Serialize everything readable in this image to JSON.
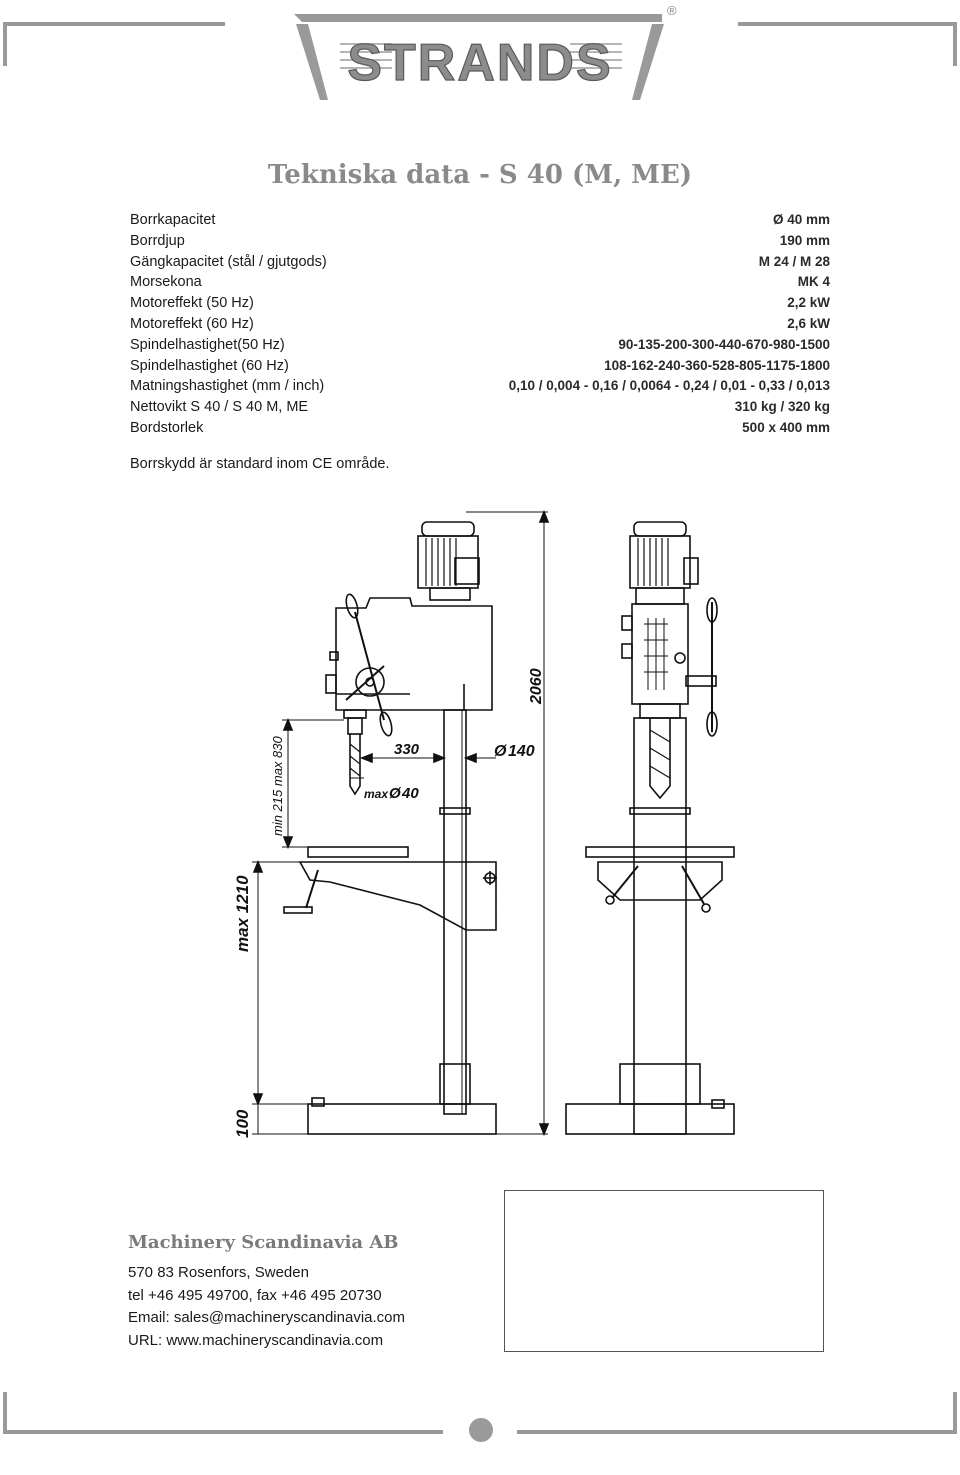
{
  "brand": {
    "logo_text": "STRANDS",
    "registered_mark": "®"
  },
  "page_title": "Tekniska data - S 40 (M, ME)",
  "specs": [
    {
      "label": "Borrkapacitet",
      "value": "Ø 40 mm"
    },
    {
      "label": "Borrdjup",
      "value": "190 mm"
    },
    {
      "label": "Gängkapacitet (stål / gjutgods)",
      "value": "M 24 / M 28"
    },
    {
      "label": "Morsekona",
      "value": "MK 4"
    },
    {
      "label": "Motoreffekt (50 Hz)",
      "value": "2,2 kW"
    },
    {
      "label": "Motoreffekt (60 Hz)",
      "value": "2,6 kW"
    },
    {
      "label": "Spindelhastighet(50 Hz)",
      "value": "90-135-200-300-440-670-980-1500"
    },
    {
      "label": "Spindelhastighet (60 Hz)",
      "value": "108-162-240-360-528-805-1175-1800"
    },
    {
      "label": "Matningshastighet (mm / inch)",
      "value": "0,10 / 0,004 - 0,16 / 0,0064 - 0,24 / 0,01 - 0,33 / 0,013"
    },
    {
      "label": "Nettovikt S 40 / S 40 M, ME",
      "value": "310 kg / 320 kg"
    },
    {
      "label": "Bordstorlek",
      "value": "500 x 400 mm"
    }
  ],
  "note": "Borrskydd är standard inom CE område.",
  "drawing": {
    "dim_height": "2060",
    "dim_throat": "330",
    "dim_column": "140",
    "dim_drill": "40",
    "dim_drill_prefix": "max",
    "dim_spindle_table": "min 215 max 830",
    "dim_table_floor": "max 1210",
    "dim_base": "100",
    "symbol_diameter": "Ø"
  },
  "company": {
    "name": "Machinery Scandinavia AB",
    "address": "570 83 Rosenfors, Sweden",
    "phone": "tel +46 495 49700, fax +46 495 20730",
    "email": "Email: sales@machineryscandinavia.com",
    "url": "URL: www.machineryscandinavia.com"
  },
  "colors": {
    "frame": "#9a9a9a",
    "title": "#8a8a8a",
    "logo": "#8c8c8c"
  }
}
